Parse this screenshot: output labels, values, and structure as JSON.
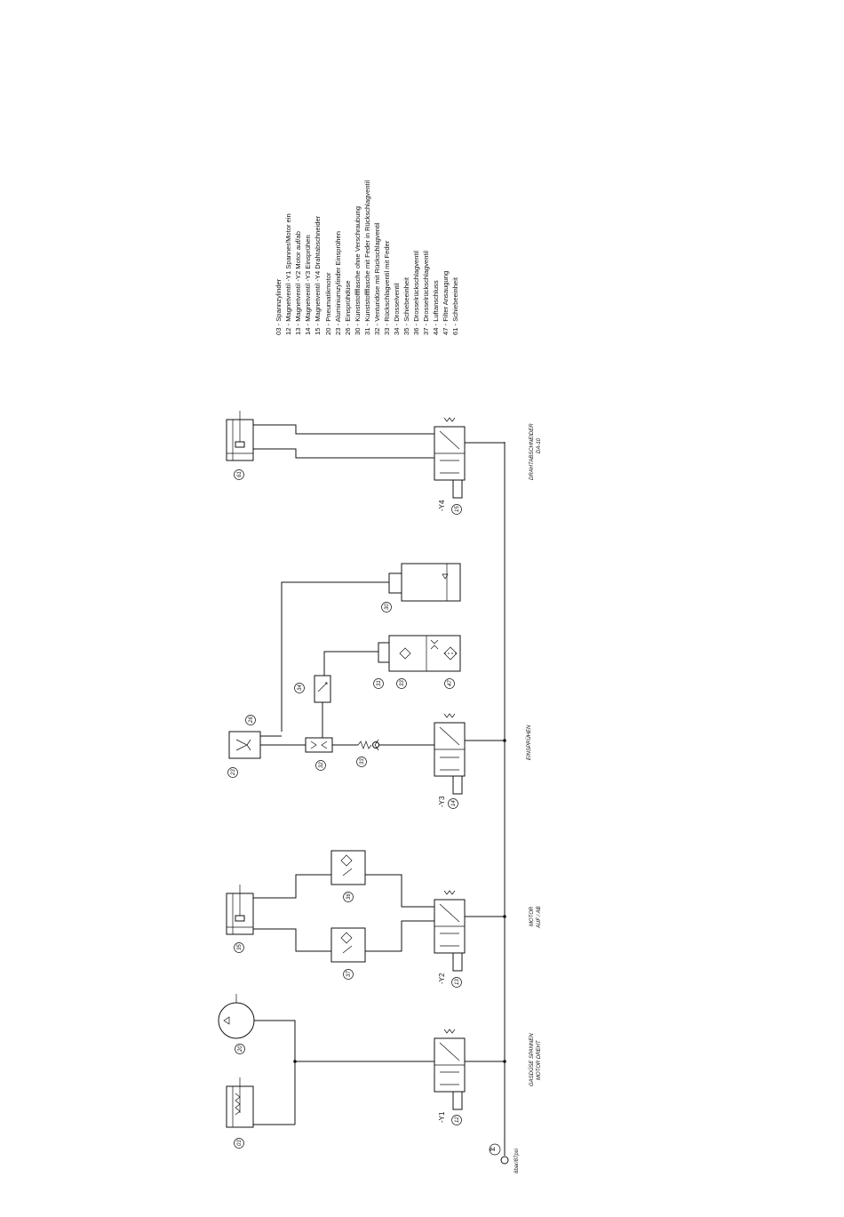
{
  "legend": {
    "items": [
      "03 - Spannzylinder",
      "12 - Magnetventil -Y1 Spanner/Motor ein",
      "13 - Magnetventil -Y2 Motor auf/ab",
      "14 - Magnetventil -Y3 Einsprühen",
      "15 - Magnetventil -Y4 Drahtabschneider",
      "20 - Pneumatikmotor",
      "23 - Aluminiumzylinder  Einsprühen",
      "26 - Einsprühdüse",
      "30 - Kunststoffflasche ohne Verschraubung",
      "31 - Kunststoffflasche mit Feder in Rückschlagventil",
      "32 - Venturidüse mit Rückschlagventil",
      "33 - Rückschlagventil mit Feder",
      "34 - Drosselventil",
      "35 - Schiebeeinheit",
      "36 - Drosselrückschlagventil",
      "37 - Drosselrückschlagventil",
      "44 - Luftanschluss",
      "47 - Filter Ansaugung",
      "61 - Schiebeeinheit"
    ]
  },
  "components": {
    "c03": "03",
    "c12": "12",
    "c13": "13",
    "c14": "14",
    "c15": "15",
    "c20": "20",
    "c23": "23",
    "c26": "26",
    "c30": "30",
    "c31": "31",
    "c32": "32",
    "c33a": "33",
    "c33b": "33",
    "c34": "34",
    "c35": "35",
    "c36": "36",
    "c37": "37",
    "c44": "44",
    "c47": "47",
    "c61": "61"
  },
  "valves": {
    "y1": "-Y1",
    "y2": "-Y2",
    "y3": "-Y3",
    "y4": "-Y4"
  },
  "functions": {
    "gasduese_line1": "GASDÜSE SPANNEN",
    "gasduese_line2": "MOTOR DREHT",
    "motor_line1": "MOTOR",
    "motor_line2": "AUF / AB",
    "einspruehen": "EINSPRÜHEN",
    "draht_line1": "DRAHTABSCHNEIDER",
    "draht_line2": "DA-10"
  },
  "supply": {
    "pressure": "6bar/87psi"
  }
}
